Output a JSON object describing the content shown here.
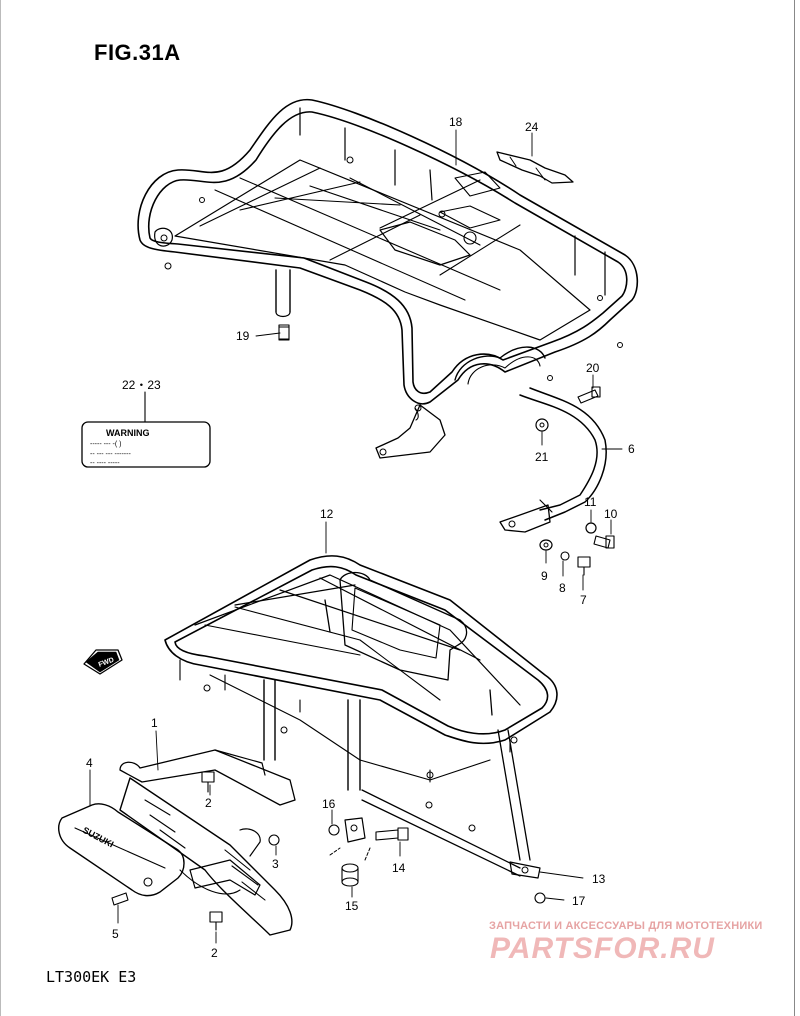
{
  "figure": {
    "title": "FIG.31A",
    "model": "LT300EK  E3"
  },
  "warning_label": {
    "ref": "22・23",
    "heading": "WARNING",
    "lines": [
      "----- --- -( )",
      "-- --- --- -------",
      "-- ---- -----"
    ]
  },
  "fwd_arrow": "FWD",
  "brand_mark": "SUZUKI",
  "callouts": [
    {
      "id": "18",
      "name": "callout-18"
    },
    {
      "id": "24",
      "name": "callout-24"
    },
    {
      "id": "19",
      "name": "callout-19"
    },
    {
      "id": "20",
      "name": "callout-20"
    },
    {
      "id": "6",
      "name": "callout-6"
    },
    {
      "id": "21",
      "name": "callout-21"
    },
    {
      "id": "11",
      "name": "callout-11"
    },
    {
      "id": "10",
      "name": "callout-10"
    },
    {
      "id": "12",
      "name": "callout-12"
    },
    {
      "id": "9",
      "name": "callout-9"
    },
    {
      "id": "8",
      "name": "callout-8"
    },
    {
      "id": "7",
      "name": "callout-7"
    },
    {
      "id": "1",
      "name": "callout-1"
    },
    {
      "id": "4",
      "name": "callout-4"
    },
    {
      "id": "2",
      "name": "callout-2-upper"
    },
    {
      "id": "3",
      "name": "callout-3"
    },
    {
      "id": "16",
      "name": "callout-16"
    },
    {
      "id": "14",
      "name": "callout-14"
    },
    {
      "id": "13",
      "name": "callout-13"
    },
    {
      "id": "17",
      "name": "callout-17"
    },
    {
      "id": "15",
      "name": "callout-15"
    },
    {
      "id": "5",
      "name": "callout-5"
    },
    {
      "id": "2",
      "name": "callout-2-lower"
    }
  ],
  "watermark": {
    "tagline": "ЗАПЧАСТИ И АКСЕССУАРЫ ДЛЯ МОТОТЕХНИКИ",
    "logo": "PARTSFOR.RU"
  }
}
